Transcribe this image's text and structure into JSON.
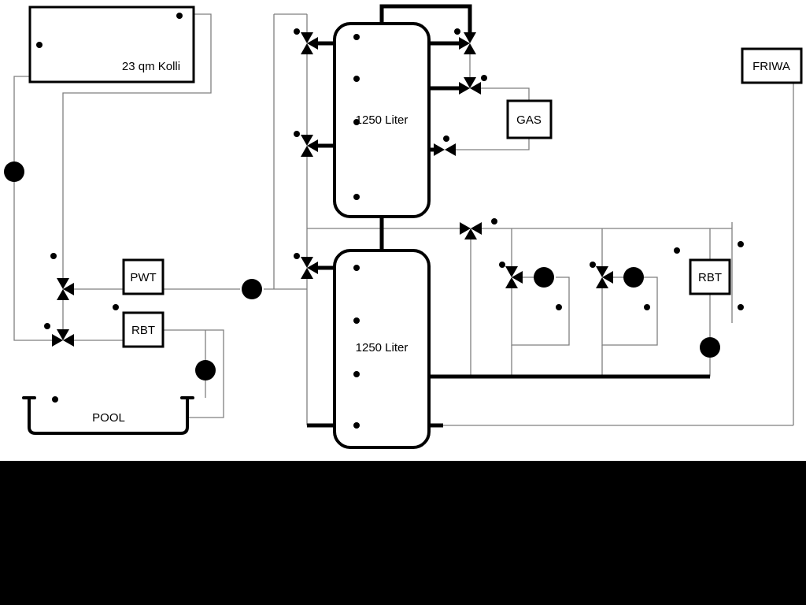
{
  "labels": {
    "collector": "23 qm Kolli",
    "tank_top": "1250 Liter",
    "tank_bottom": "1250 Liter",
    "gas": "GAS",
    "friwa": "FRIWA",
    "pwt": "PWT",
    "rbt_left": "RBT",
    "rbt_right": "RBT",
    "pool": "POOL"
  },
  "colors": {
    "background": "#ffffff",
    "footer_band": "#000000",
    "pipe_thin": "#7f7f7f",
    "pipe_thick": "#000000",
    "component_stroke": "#000000"
  }
}
